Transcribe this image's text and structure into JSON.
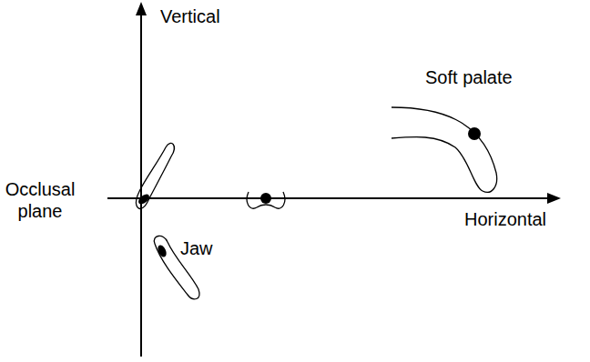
{
  "diagram": {
    "labels": [
      "Vertical",
      "Occlusal plane",
      "Horizontal",
      "Soft palate",
      "Jaw"
    ]
  }
}
